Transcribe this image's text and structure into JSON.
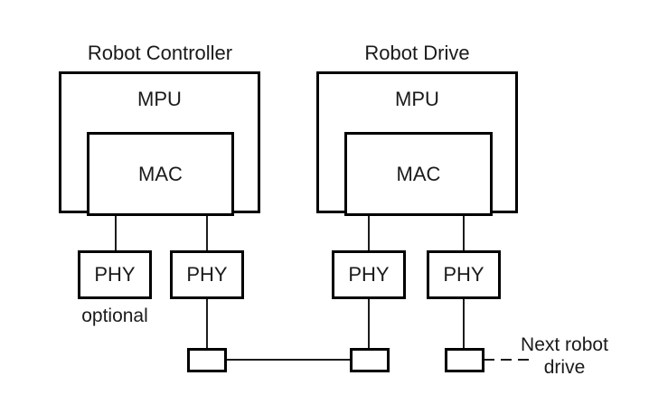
{
  "colors": {
    "background": "#ffffff",
    "border": "#000000",
    "line": "#1c1c1c",
    "text": "#1a1a1a"
  },
  "groups": [
    {
      "title": "Robot Controller",
      "mpu_label": "MPU",
      "mac_label": "MAC"
    },
    {
      "title": "Robot Drive",
      "mpu_label": "MPU",
      "mac_label": "MAC"
    }
  ],
  "phys": [
    {
      "label": "PHY"
    },
    {
      "label": "PHY"
    },
    {
      "label": "PHY"
    },
    {
      "label": "PHY"
    }
  ],
  "annotations": {
    "optional": "optional",
    "next_line1": "Next robot",
    "next_line2": "drive"
  }
}
